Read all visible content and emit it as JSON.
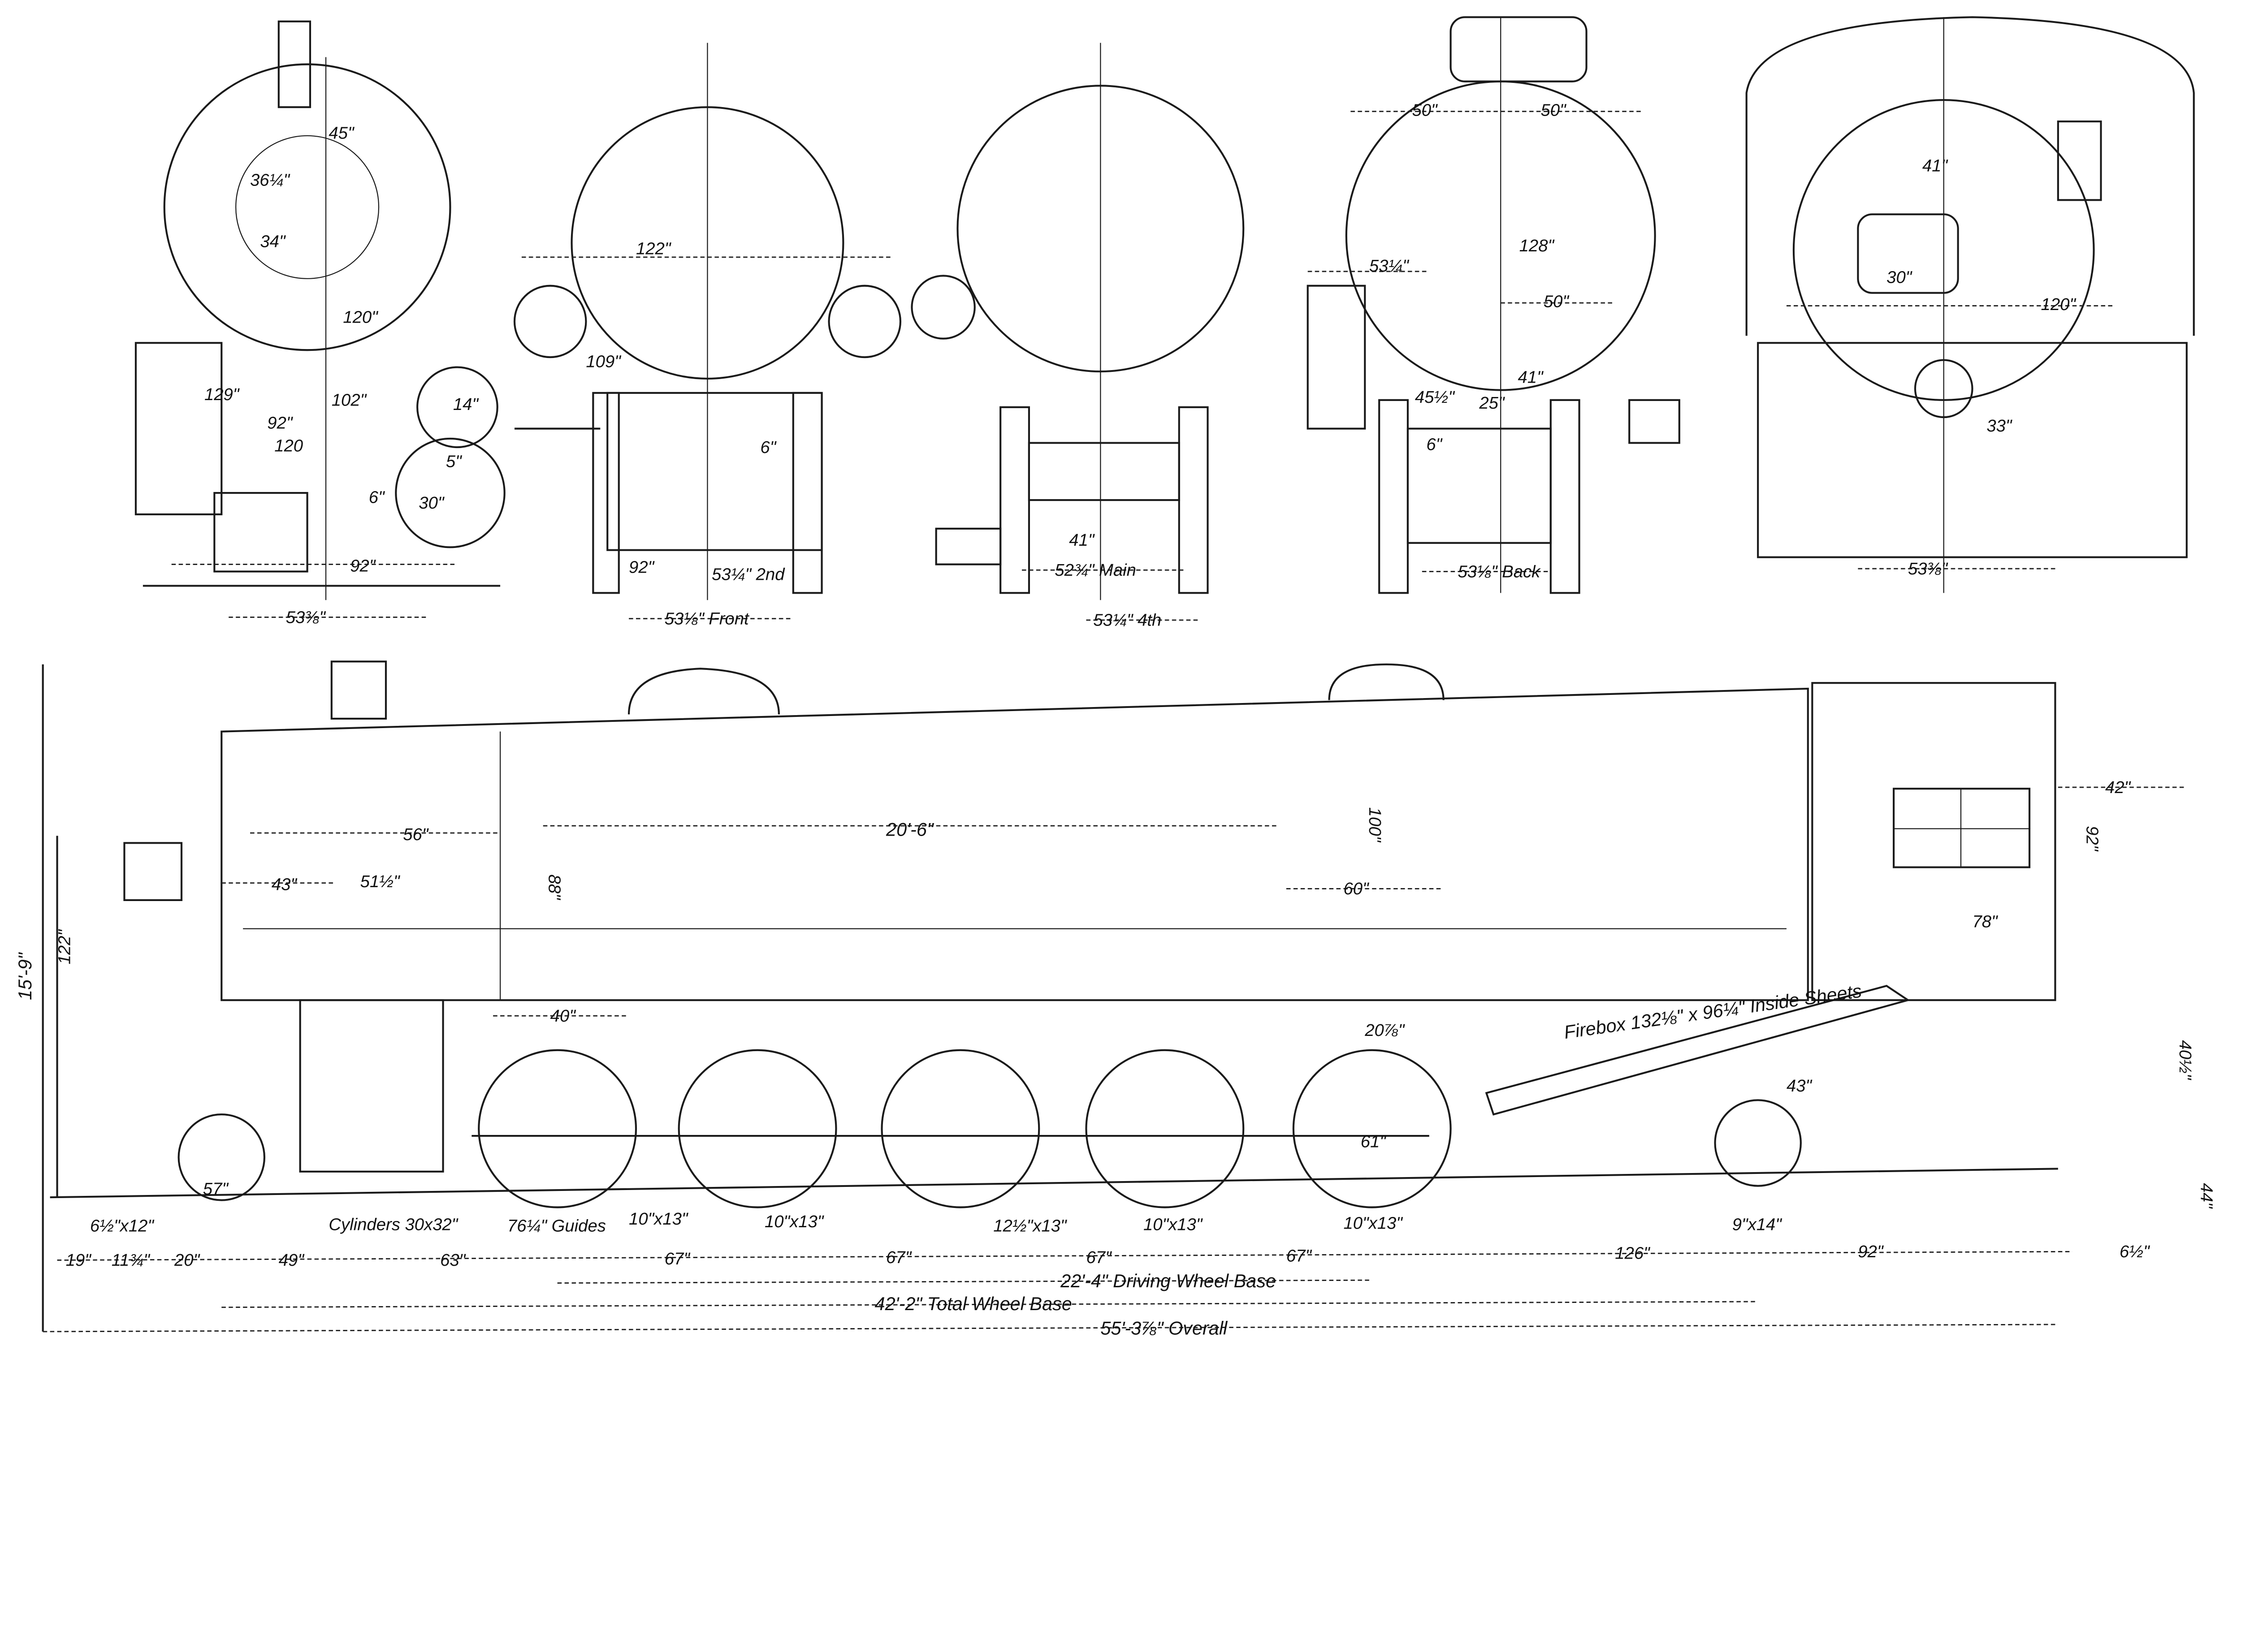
{
  "front_end_view": [
    "45\"",
    "36¼\"",
    "34\"",
    "120\"",
    "129\"",
    "102\"",
    "92\"",
    "120",
    "14\"",
    "5\"",
    "30\"",
    "6\"",
    "92\"",
    "53⅜\""
  ],
  "front_section_view": [
    "122\"",
    "109\"",
    "6\"",
    "92\"",
    "53¼\" 2nd",
    "53⅛\" Front"
  ],
  "middle_section_view": [
    "41\"",
    "52¾\" Main",
    "53¼\" 4th"
  ],
  "rear_section_view": [
    "50\"",
    "50\"",
    "128\"",
    "53¼\"",
    "50\"",
    "41\"",
    "45½\"",
    "25\"",
    "6\"",
    "53⅛\" Back"
  ],
  "cab_view": [
    "41\"",
    "30\"",
    "120\"",
    "33\"",
    "53⅜\""
  ],
  "side_elevation": {
    "heights": [
      "15'-9\"",
      "122\"",
      "88\"",
      "100\"",
      "92\"",
      "40½\"",
      "44\""
    ],
    "body_labels": [
      "56\"",
      "43\"",
      "51½\"",
      "20'-6\"",
      "60\"",
      "42\"",
      "78\"",
      "40\"",
      "20⅞\"",
      "Firebox 132⅛\" x 96¼\" Inside Sheets",
      "43\"",
      "61\"",
      "57\""
    ],
    "journal_labels": [
      "6½\"x12\"",
      "Cylinders 30x32\"",
      "76¼\" Guides",
      "10\"x13\"",
      "10\"x13\"",
      "12½\"x13\"",
      "10\"x13\"",
      "10\"x13\"",
      "9\"x14\""
    ],
    "spacing": [
      "19\"",
      "11¾\"",
      "20\"",
      "49\"",
      "63\"",
      "67\"",
      "67\"",
      "67\"",
      "67\"",
      "126\"",
      "92\"",
      "6½\""
    ],
    "driving_wheel_base": "22'-4\" Driving Wheel Base",
    "total_wheel_base": "42'-2\" Total Wheel Base",
    "overall": "55'-3⅞\" Overall"
  }
}
